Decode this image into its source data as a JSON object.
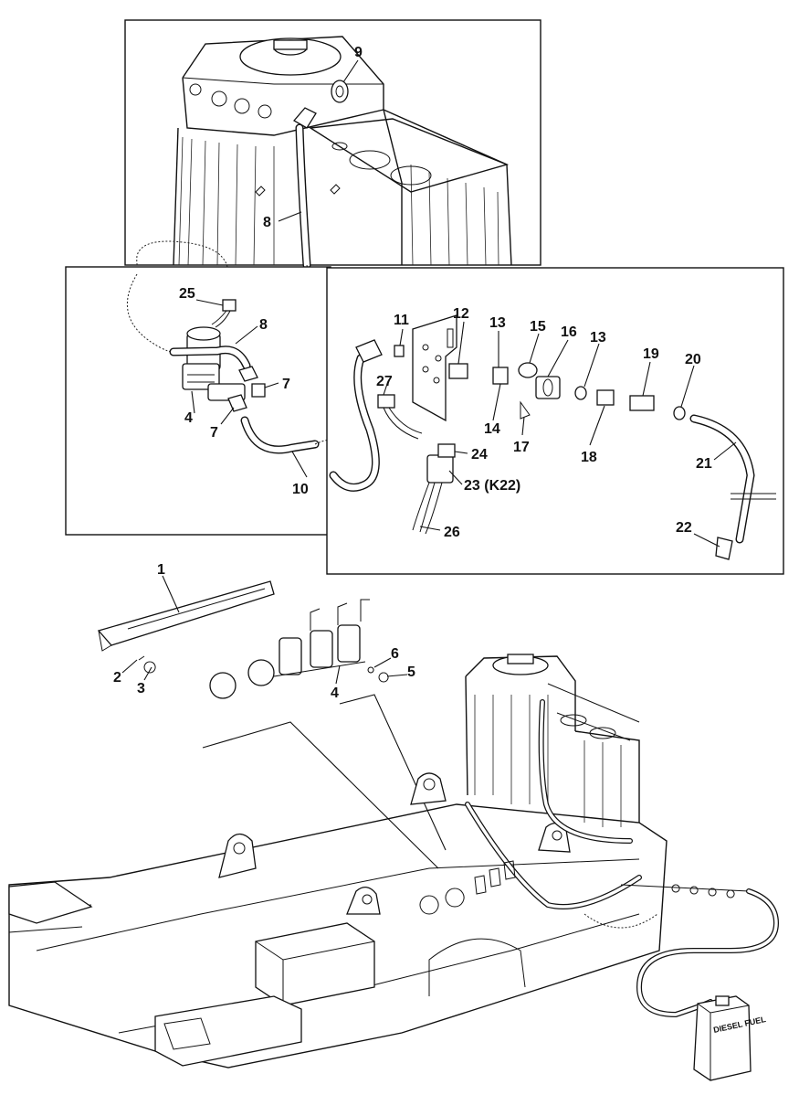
{
  "callouts": {
    "c1": "1",
    "c2": "2",
    "c3": "3",
    "c4a": "4",
    "c4b": "4",
    "c5": "5",
    "c6": "6",
    "c7a": "7",
    "c7b": "7",
    "c8a": "8",
    "c8b": "8",
    "c9": "9",
    "c10": "10",
    "c11": "11",
    "c12": "12",
    "c13a": "13",
    "c13b": "13",
    "c14": "14",
    "c15": "15",
    "c16": "16",
    "c17": "17",
    "c18": "18",
    "c19": "19",
    "c20": "20",
    "c21": "21",
    "c22": "22",
    "c23": "23 (K22)",
    "c24": "24",
    "c25": "25",
    "c26": "26",
    "c27": "27"
  },
  "can_label": "DIESEL FUEL"
}
